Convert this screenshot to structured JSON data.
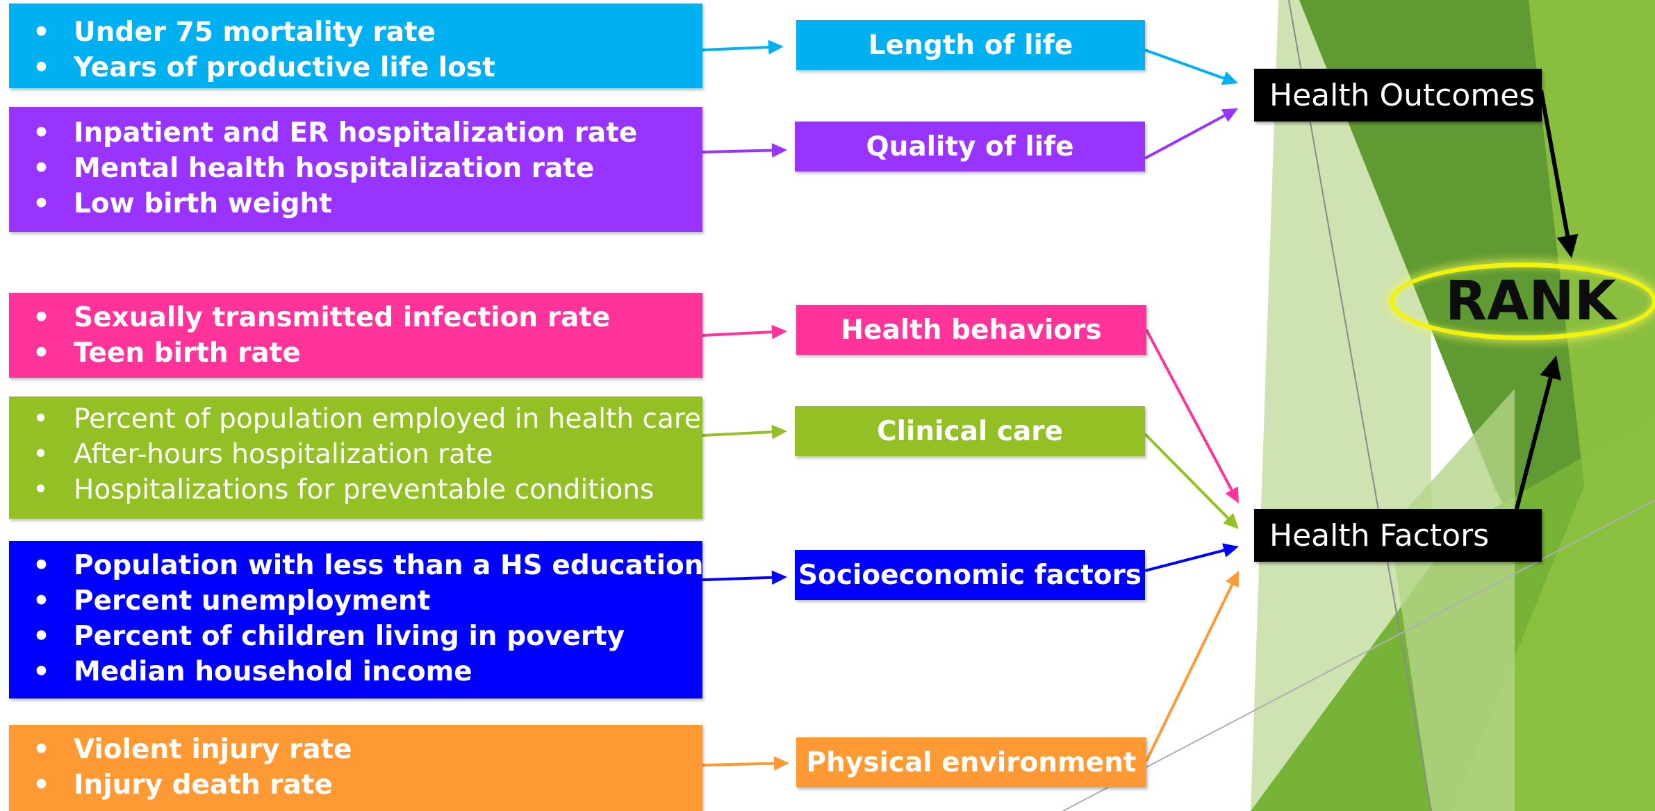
{
  "colors": {
    "cyan": "#00b0f0",
    "purple": "#9933ff",
    "pink": "#ff3399",
    "lime": "#92c025",
    "blue": "#0000ff",
    "orange": "#ff9933",
    "black": "#000000",
    "rank_ring": "#f2f20a",
    "green_dark": "#5f9a32",
    "green_mid": "#77b337",
    "green_light": "#c9e0a8"
  },
  "lists": [
    {
      "items": [
        "Under 75 mortality rate",
        "Years of productive life lost"
      ]
    },
    {
      "items": [
        "Inpatient and ER hospitalization rate",
        "Mental health hospitalization rate",
        "Low birth weight"
      ]
    },
    {
      "items": [
        "Sexually transmitted infection rate",
        "Teen birth rate"
      ]
    },
    {
      "items": [
        "Percent of population employed in health care",
        "After-hours hospitalization rate",
        "Hospitalizations for preventable conditions"
      ]
    },
    {
      "items": [
        "Population with less than a HS education",
        "Percent unemployment",
        "Percent of children living in poverty",
        "Median household income"
      ]
    },
    {
      "items": [
        "Violent injury rate",
        "Injury death rate"
      ]
    }
  ],
  "categories": [
    {
      "label": "Length of life"
    },
    {
      "label": "Quality of life"
    },
    {
      "label": "Health behaviors"
    },
    {
      "label": "Clinical care"
    },
    {
      "label": "Socioeconomic factors"
    },
    {
      "label": "Physical environment"
    }
  ],
  "summary": {
    "outcomes": "Health Outcomes",
    "factors": "Health Factors"
  },
  "rank": "RANK"
}
